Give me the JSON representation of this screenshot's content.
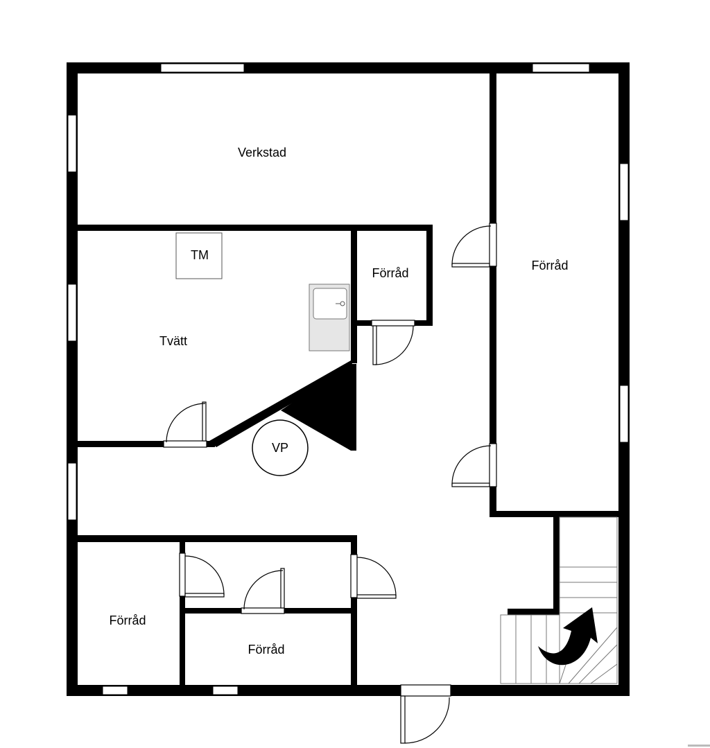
{
  "rooms": {
    "verkstad": "Verkstad",
    "tvatt": "Tvätt",
    "forrad_small": "Förråd",
    "forrad_right": "Förråd",
    "forrad_bottom_left": "Förråd",
    "forrad_bottom_mid": "Förråd"
  },
  "fixtures": {
    "tm": "TM",
    "vp": "VP"
  },
  "icons": {
    "sink": "sink-icon",
    "stairs": "stairs-icon",
    "stair_arrow": "curved-arrow-icon"
  },
  "colors": {
    "wall": "#000000",
    "background": "#ffffff",
    "sink_fill": "#e6e6e6"
  }
}
